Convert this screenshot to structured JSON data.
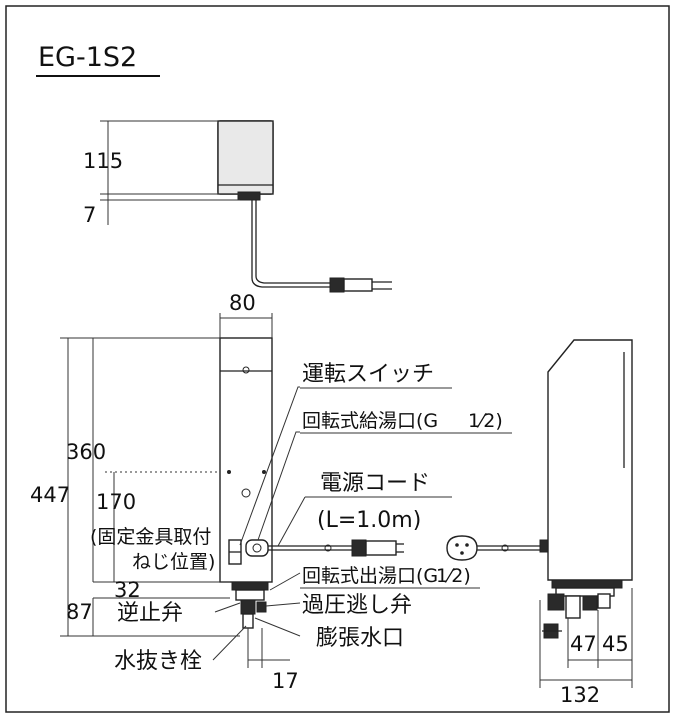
{
  "title": "EG-1S2",
  "dimensions": {
    "top_height": "115",
    "top_gap": "7",
    "width": "80",
    "total_height": "447",
    "body_height": "360",
    "mount_height": "170",
    "mount_note_1": "(固定金具取付",
    "mount_note_2": "ねじ位置)",
    "lower_32": "32",
    "lower_87": "87",
    "bottom_17": "17",
    "side_47": "47",
    "side_45": "45",
    "side_132": "132"
  },
  "labels": {
    "switch": "運転スイッチ",
    "rotating_supply": "回転式給湯口(G",
    "rotating_supply_frac": "1⁄2)",
    "power_cord": "電源コード",
    "cord_length": "(L=1.0m)",
    "rotating_outlet": "回転式出湯口(G",
    "rotating_outlet_frac": "1⁄2)",
    "check_valve": "逆止弁",
    "relief_valve": "過圧逃し弁",
    "expansion_port": "膨張水口",
    "drain_plug": "水抜き栓"
  }
}
